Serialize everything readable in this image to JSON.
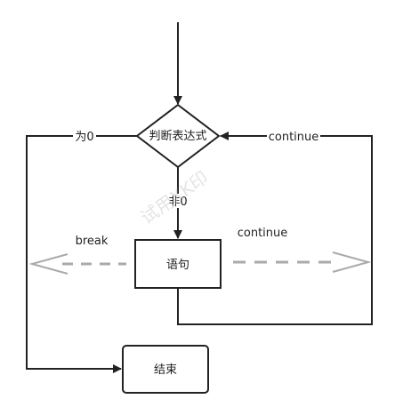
{
  "diagram": {
    "condition_label": "判断表达式",
    "statement_label": "语句",
    "end_label": "结束",
    "edge_zero": "为0",
    "edge_nonzero": "非0",
    "continue_top": "continue",
    "continue_mid": "continue",
    "break_label": "break",
    "watermark": "试用XK印"
  },
  "colors": {
    "stroke": "#222222",
    "dashed_arrow": "#aaaaaa",
    "background": "#ffffff"
  }
}
